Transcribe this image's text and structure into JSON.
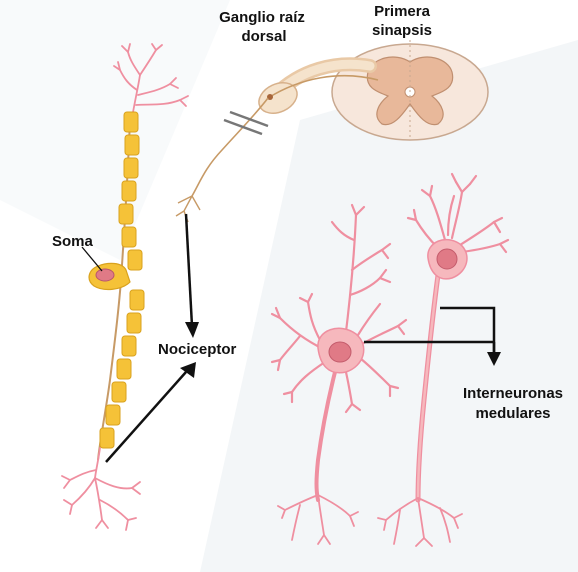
{
  "labels": {
    "ganglion_line1": "Ganglio raíz",
    "ganglion_line2": "dorsal",
    "synapse_line1": "Primera",
    "synapse_line2": "sinapsis",
    "soma": "Soma",
    "nociceptor": "Nociceptor",
    "interneurons_line1": "Interneuronas",
    "interneurons_line2": "medulares"
  },
  "colors": {
    "dendrite": "#ef8fa0",
    "neuron_body": "#f6b8bd",
    "nucleus": "#e07a86",
    "myelin": "#f5c238",
    "myelin_edge": "#d9a21e",
    "axon_tan": "#c79a66",
    "spinal_gray": "#e8b89a",
    "spinal_white": "#f7e7dc",
    "arrow": "#111111"
  }
}
